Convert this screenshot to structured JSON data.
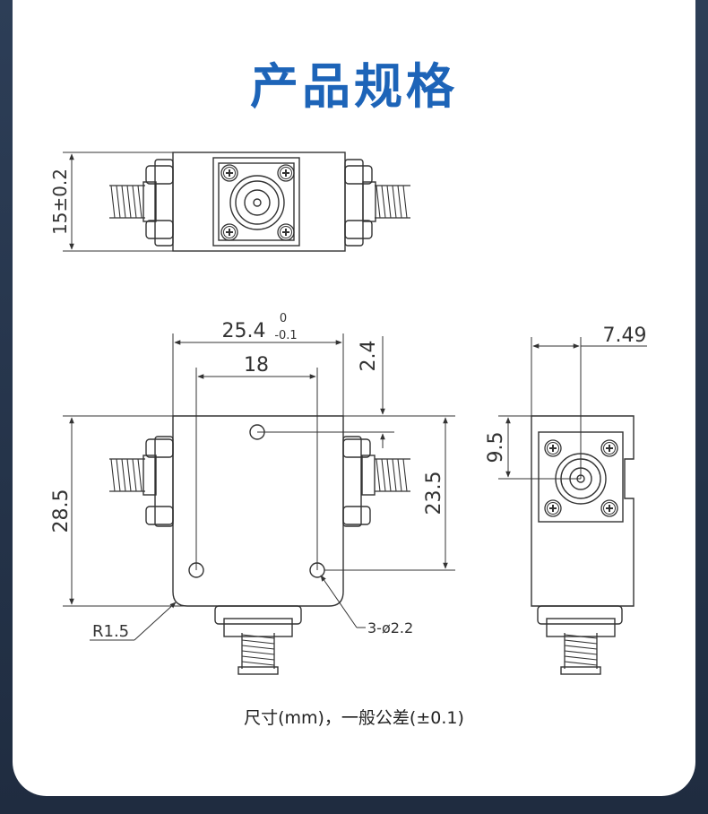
{
  "title": "产品规格",
  "caption": "尺寸(mm)，一般公差(±0.1)",
  "dimensions": {
    "height_top": "15±0.2",
    "width_main": "25.4",
    "width_tol_upper": "0",
    "width_tol_lower": "-0.1",
    "hole_span": "18",
    "hole_offset": "2.4",
    "height_main": "28.5",
    "hole_height": "23.5",
    "corner_radius": "R1.5",
    "holes": "3-ø2.2",
    "side_offset": "7.49",
    "side_height": "9.5"
  },
  "colors": {
    "title": "#1d64b8",
    "frame": "#2a3a52",
    "line": "#333333"
  }
}
